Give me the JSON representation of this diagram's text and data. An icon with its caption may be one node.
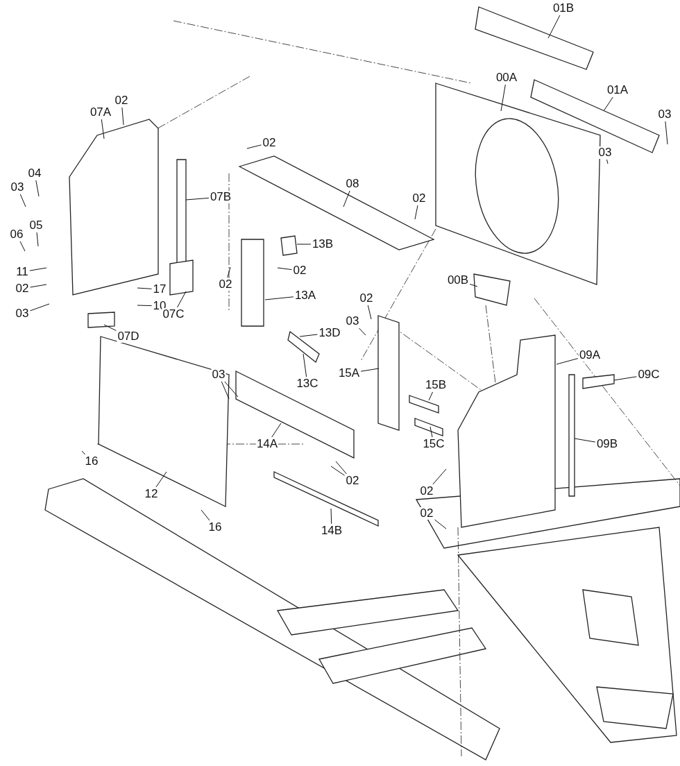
{
  "diagram": {
    "nodes": [
      {
        "text": [
          "01B"
        ]
      },
      {
        "text": [
          "00A"
        ]
      },
      {
        "text": [
          "01A"
        ]
      },
      {
        "text": [
          "03"
        ]
      },
      {
        "text": [
          "02"
        ]
      },
      {
        "text": [
          "07A"
        ]
      },
      {
        "text": [
          "02"
        ]
      },
      {
        "text": [
          "03"
        ]
      },
      {
        "text": [
          "04"
        ]
      },
      {
        "text": [
          "03"
        ]
      },
      {
        "text": [
          "07B"
        ]
      },
      {
        "text": [
          "08"
        ]
      },
      {
        "text": [
          "02"
        ]
      },
      {
        "text": [
          "05"
        ]
      },
      {
        "text": [
          "06"
        ]
      },
      {
        "text": [
          "13B"
        ]
      },
      {
        "text": [
          "02"
        ]
      },
      {
        "text": [
          "02"
        ]
      },
      {
        "text": [
          "00B"
        ]
      },
      {
        "text": [
          "11"
        ]
      },
      {
        "text": [
          "02"
        ]
      },
      {
        "text": [
          "17"
        ]
      },
      {
        "text": [
          "03"
        ]
      },
      {
        "text": [
          "10"
        ]
      },
      {
        "text": [
          "13A"
        ]
      },
      {
        "text": [
          "07C"
        ]
      },
      {
        "text": [
          "02"
        ]
      },
      {
        "text": [
          "03"
        ]
      },
      {
        "text": [
          "07D"
        ]
      },
      {
        "text": [
          "13D"
        ]
      },
      {
        "text": [
          "09A"
        ]
      },
      {
        "text": [
          "09C"
        ]
      },
      {
        "text": [
          "03"
        ]
      },
      {
        "text": [
          "15A"
        ]
      },
      {
        "text": [
          "13C"
        ]
      },
      {
        "text": [
          "15B"
        ]
      },
      {
        "text": [
          "09B"
        ]
      },
      {
        "text": [
          "14A"
        ]
      },
      {
        "text": [
          "15C"
        ]
      },
      {
        "text": [
          "16"
        ]
      },
      {
        "text": [
          "02"
        ]
      },
      {
        "text": [
          "12"
        ]
      },
      {
        "text": [
          "02"
        ]
      },
      {
        "text": [
          "14B"
        ]
      },
      {
        "text": [
          "16"
        ]
      },
      {
        "text": [
          "02"
        ]
      }
    ],
    "edges": [
      {
        "from": 0,
        "to": null,
        "arrow": "none"
      },
      {
        "from": 1,
        "to": null,
        "arrow": "none"
      },
      {
        "from": 2,
        "to": null,
        "arrow": "none"
      },
      {
        "from": 3,
        "to": null,
        "arrow": "none"
      },
      {
        "from": 4,
        "to": null,
        "arrow": "none"
      },
      {
        "from": 5,
        "to": null,
        "arrow": "none"
      },
      {
        "from": 6,
        "to": null,
        "arrow": "none"
      },
      {
        "from": 7,
        "to": null,
        "arrow": "none"
      },
      {
        "from": 8,
        "to": null,
        "arrow": "none"
      },
      {
        "from": 9,
        "to": null,
        "arrow": "none"
      },
      {
        "from": 10,
        "to": null,
        "arrow": "none"
      },
      {
        "from": 11,
        "to": null,
        "arrow": "none"
      },
      {
        "from": 12,
        "to": null,
        "arrow": "none"
      },
      {
        "from": 13,
        "to": null,
        "arrow": "none"
      },
      {
        "from": 14,
        "to": null,
        "arrow": "none"
      },
      {
        "from": 15,
        "to": null,
        "arrow": "none"
      },
      {
        "from": 16,
        "to": null,
        "arrow": "none"
      },
      {
        "from": 17,
        "to": null,
        "arrow": "none"
      },
      {
        "from": 18,
        "to": null,
        "arrow": "none"
      },
      {
        "from": 19,
        "to": null,
        "arrow": "none"
      },
      {
        "from": 20,
        "to": null,
        "arrow": "none"
      },
      {
        "from": 21,
        "to": null,
        "arrow": "none"
      },
      {
        "from": 22,
        "to": null,
        "arrow": "none"
      },
      {
        "from": 23,
        "to": null,
        "arrow": "none"
      },
      {
        "from": 24,
        "to": null,
        "arrow": "none"
      },
      {
        "from": 25,
        "to": null,
        "arrow": "none"
      },
      {
        "from": 26,
        "to": null,
        "arrow": "none"
      },
      {
        "from": 27,
        "to": null,
        "arrow": "none"
      },
      {
        "from": 28,
        "to": null,
        "arrow": "none"
      },
      {
        "from": 29,
        "to": null,
        "arrow": "none"
      },
      {
        "from": 30,
        "to": null,
        "arrow": "none"
      },
      {
        "from": 31,
        "to": null,
        "arrow": "none"
      },
      {
        "from": 32,
        "to": null,
        "arrow": "none"
      },
      {
        "from": 32,
        "to": null,
        "arrow": "none"
      },
      {
        "from": 33,
        "to": null,
        "arrow": "none"
      },
      {
        "from": 34,
        "to": null,
        "arrow": "none"
      },
      {
        "from": 35,
        "to": null,
        "arrow": "none"
      },
      {
        "from": 36,
        "to": null,
        "arrow": "none"
      },
      {
        "from": 37,
        "to": null,
        "arrow": "none"
      },
      {
        "from": 38,
        "to": null,
        "arrow": "none"
      },
      {
        "from": 39,
        "to": null,
        "arrow": "none"
      },
      {
        "from": 40,
        "to": null,
        "arrow": "none"
      },
      {
        "from": 40,
        "to": null,
        "arrow": "none"
      },
      {
        "from": 41,
        "to": null,
        "arrow": "none"
      },
      {
        "from": 42,
        "to": null,
        "arrow": "none"
      },
      {
        "from": 43,
        "to": null,
        "arrow": "none"
      },
      {
        "from": 44,
        "to": null,
        "arrow": "none"
      },
      {
        "from": 45,
        "to": null,
        "arrow": "none"
      }
    ]
  }
}
